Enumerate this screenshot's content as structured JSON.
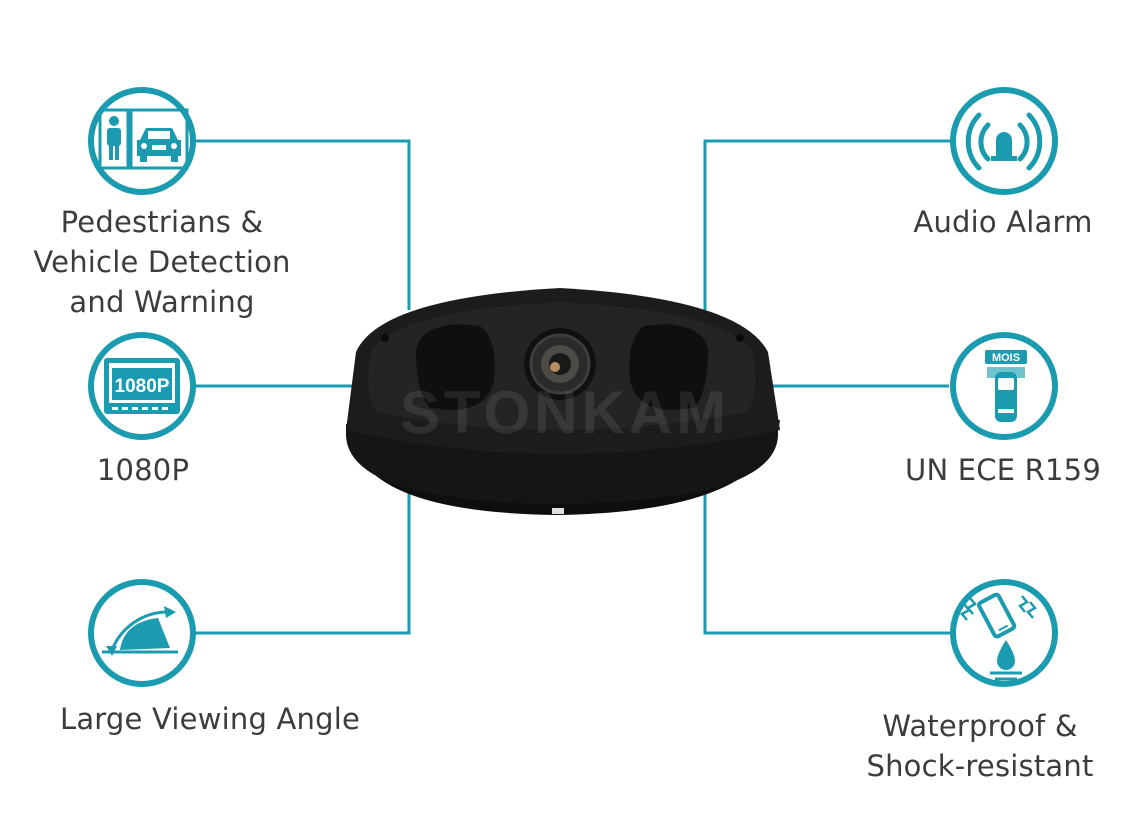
{
  "colors": {
    "accent": "#1a9bb0",
    "camera_body": "#1c1c1c",
    "text": "#3c3c3c"
  },
  "brand_watermark": "STONKAM",
  "features": {
    "detection": {
      "icon": "pedestrian-vehicle-icon",
      "lines": [
        "Pedestrians &",
        "Vehicle Detection",
        "and Warning"
      ]
    },
    "resolution": {
      "icon": "monitor-1080p-icon",
      "icon_text": "1080P",
      "lines": [
        "1080P"
      ]
    },
    "viewing_angle": {
      "icon": "viewing-angle-icon",
      "lines": [
        "Large Viewing Angle"
      ]
    },
    "audio_alarm": {
      "icon": "alarm-bell-icon",
      "lines": [
        "Audio Alarm"
      ]
    },
    "regulation": {
      "icon": "mois-bus-icon",
      "icon_text": "MOIS",
      "lines": [
        "UN ECE R159"
      ]
    },
    "waterproof": {
      "icon": "phone-water-drop-icon",
      "lines": [
        "Waterproof &",
        "Shock-resistant"
      ]
    }
  }
}
